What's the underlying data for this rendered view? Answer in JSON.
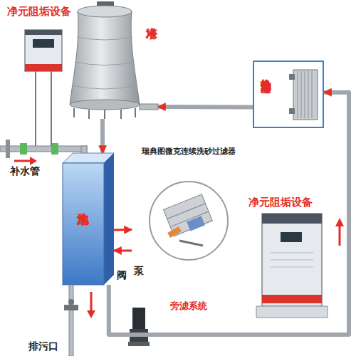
{
  "diagram": {
    "nodes": [
      {
        "text": [
          "净元阻垢设备"
        ]
      },
      {
        "text": [
          "冷水塔"
        ]
      },
      {
        "text": [
          "换热交换 冷凝器等"
        ]
      },
      {
        "text": [
          "集水池"
        ]
      },
      {
        "text": [
          "瑞典图微克连续洗砂过滤器",
          "旁滤系统"
        ]
      },
      {
        "text": [
          "净元阻垢设备"
        ]
      }
    ],
    "edges": [
      {
        "from": 2,
        "to": 1,
        "arrow": "to"
      },
      {
        "from": 1,
        "to": 3,
        "arrow": "to"
      },
      {
        "from": 3,
        "to": 4,
        "arrow": "to"
      },
      {
        "from": 4,
        "to": 3,
        "arrow": "to"
      },
      {
        "from": 3,
        "to": 2,
        "arrow": "to"
      }
    ],
    "labels": [
      "补水管",
      "阀",
      "泵",
      "排污口"
    ]
  }
}
